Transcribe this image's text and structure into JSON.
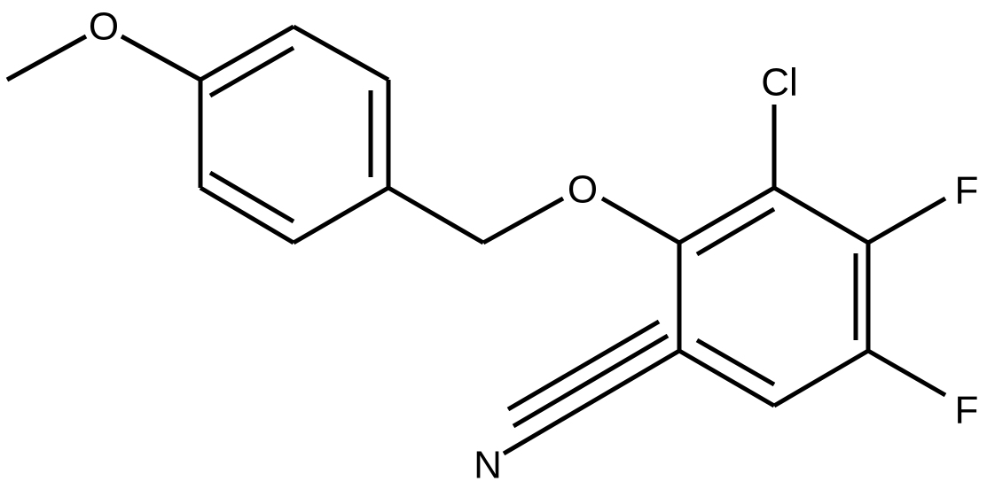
{
  "atoms": {
    "methoxy_o": "O",
    "ether_o": "O",
    "chlorine": "Cl",
    "fluorine_upper": "F",
    "fluorine_lower": "F",
    "nitrile_n": "N"
  },
  "colors": {
    "bond": "#000000",
    "label": "#000000",
    "background": "#ffffff"
  }
}
